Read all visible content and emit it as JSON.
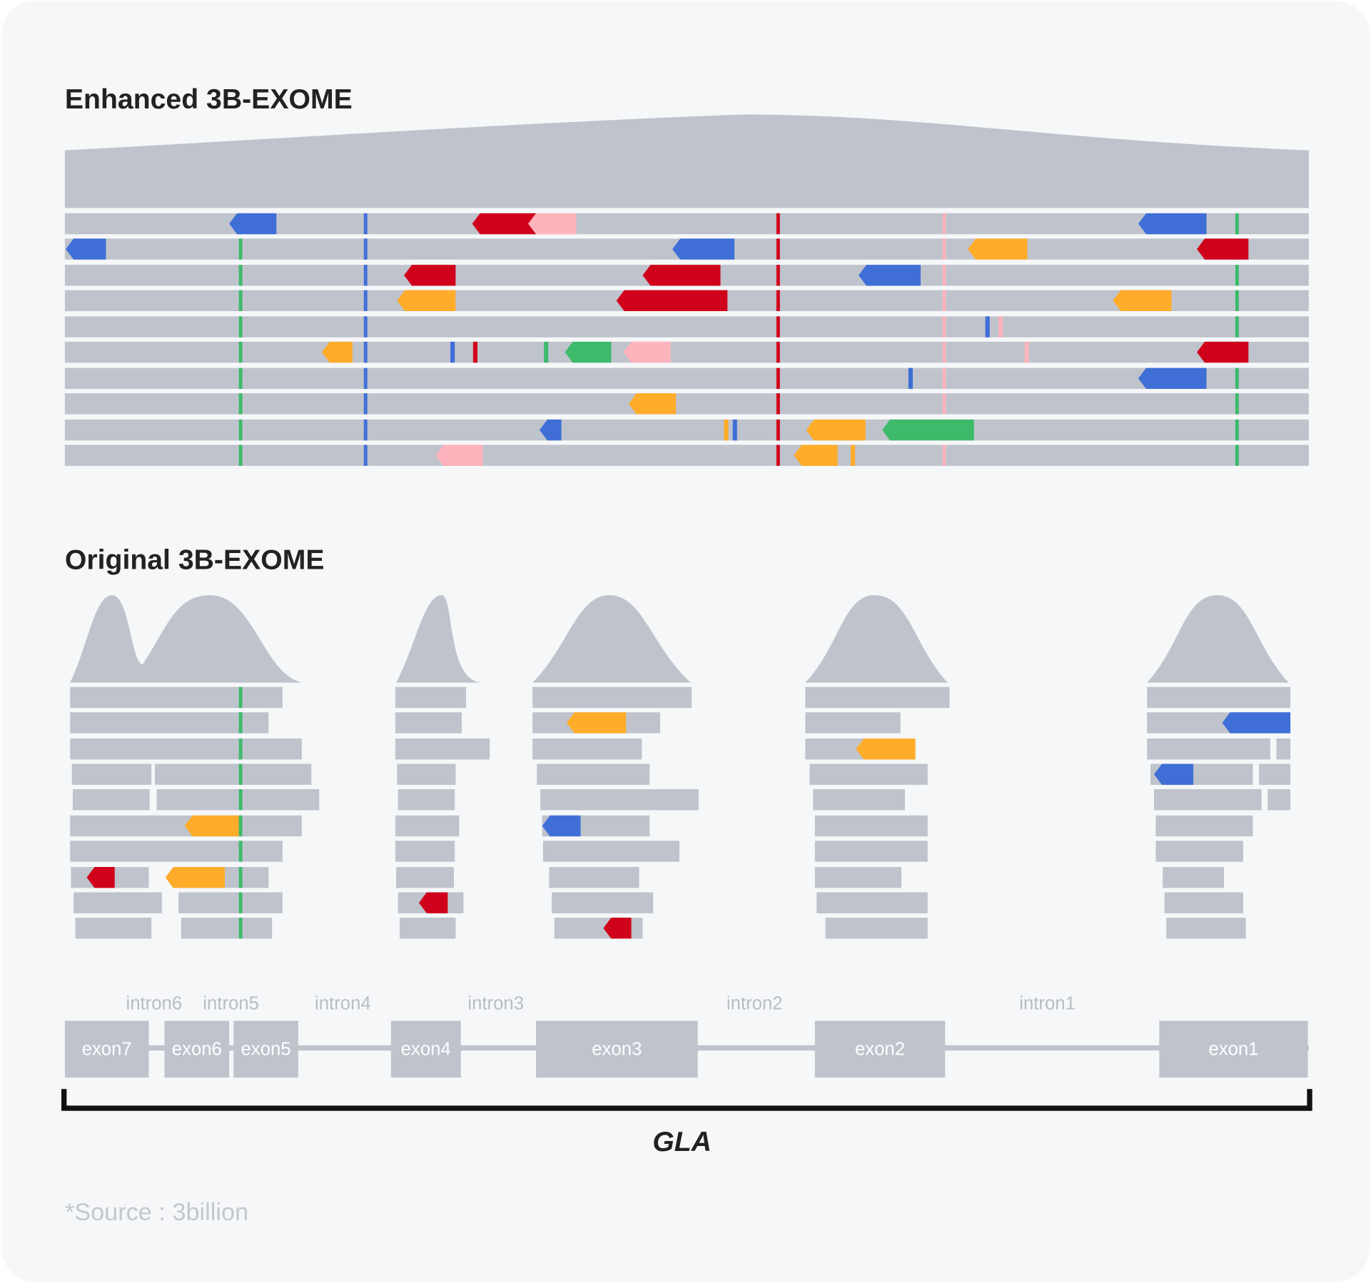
{
  "enhanced": {
    "title": "Enhanced 3B-EXOME"
  },
  "original": {
    "title": "Original 3B-EXOME"
  },
  "gene_model": {
    "gene": "GLA",
    "exons": [
      "exon7",
      "exon6",
      "exon5",
      "exon4",
      "exon3",
      "exon2",
      "exon1"
    ],
    "introns": [
      "intron6",
      "intron5",
      "intron4",
      "intron3",
      "intron2",
      "intron1"
    ]
  },
  "source": "*Source : 3billion",
  "colors": {
    "background": "#f5f7f9",
    "read": "#bfc3cc",
    "red": "#d0021b",
    "blue": "#3f6fd6",
    "orange": "#ffac2a",
    "green": "#3dba6a",
    "pink": "#ffb3bd"
  }
}
